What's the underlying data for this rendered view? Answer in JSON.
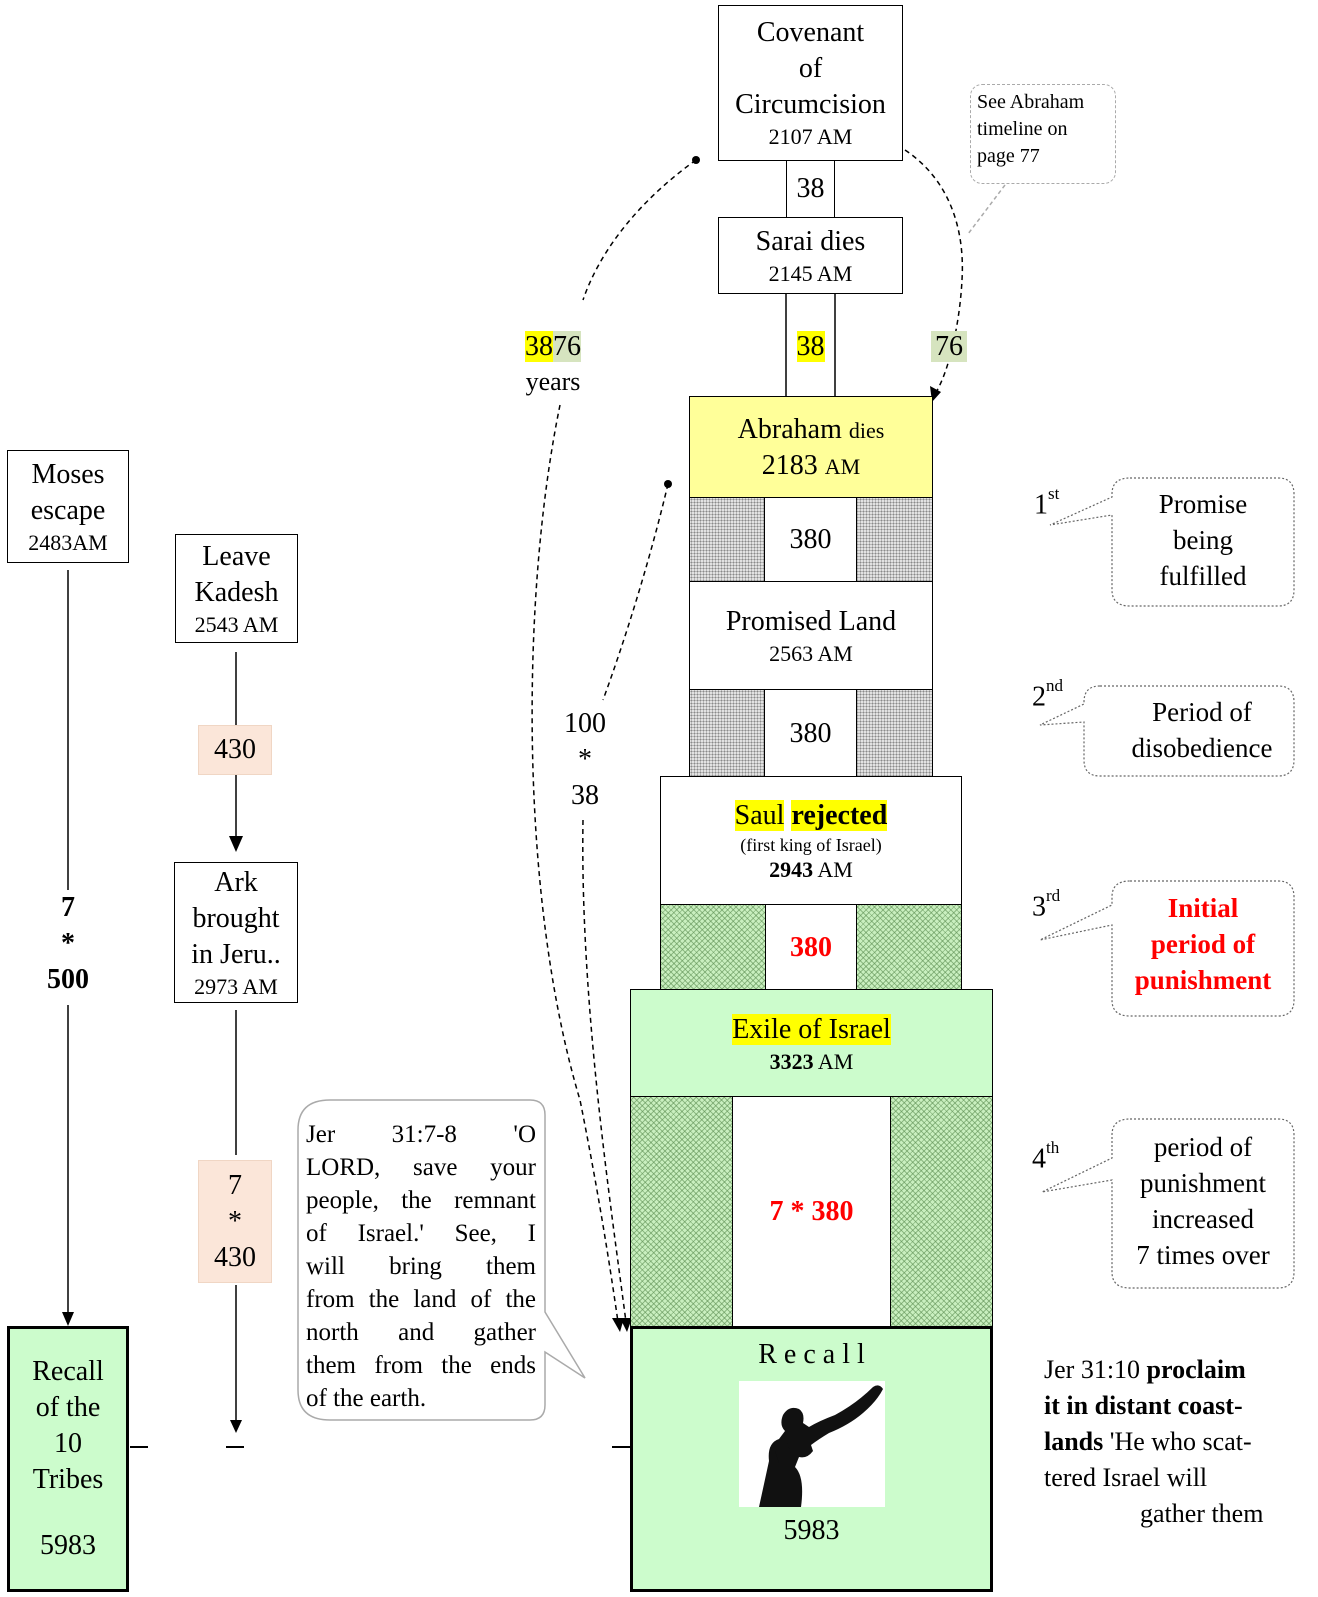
{
  "center": {
    "covenant": {
      "line1": "Covenant",
      "line2": "of",
      "line3": "Circumcision",
      "year": "2107",
      "unit": "AM"
    },
    "gap1": "38",
    "sarai": {
      "title": "Sarai dies",
      "year": "2145",
      "unit": "AM"
    },
    "gap2": "38",
    "gap2_side": "76",
    "abraham": {
      "name": "Abraham",
      "verb": "dies",
      "year": "2183",
      "unit": "AM"
    },
    "period1": "380",
    "promised_land": {
      "title": "Promised Land",
      "year": "2563",
      "unit": "AM"
    },
    "period2": "380",
    "saul": {
      "name": "Saul",
      "verb": "rejected",
      "sub": "(first king of Israel)",
      "year": "2943",
      "unit": "AM"
    },
    "period3": "380",
    "exile": {
      "title": "Exile of Israel",
      "year": "3323",
      "unit": "AM"
    },
    "period4": "7 * 380",
    "recall": {
      "title": "R e c a l l",
      "year": "5983",
      "image": "shofar-blower-silhouette"
    }
  },
  "abraham_note": {
    "line1": "See Abraham",
    "line2": "timeline on",
    "line3": "page 77"
  },
  "years_label": {
    "part_a": "38",
    "part_b": "76",
    "unit": "years"
  },
  "multiplier_label": {
    "line1": "100",
    "line2": "*",
    "line3": "38"
  },
  "left_column": {
    "moses": {
      "line1": "Moses",
      "line2": "escape",
      "year": "2483AM"
    },
    "span": {
      "line1": "7",
      "line2": "*",
      "line3": "500"
    },
    "recall": {
      "line1": "Recall",
      "line2": "of the",
      "line3": "10",
      "line4": "Tribes",
      "year": "5983"
    }
  },
  "second_column": {
    "kadesh": {
      "line1": "Leave",
      "line2": "Kadesh",
      "year": "2543",
      "unit": "AM"
    },
    "span1": "430",
    "ark": {
      "line1": "Ark",
      "line2": "brought",
      "line3": "in Jeru..",
      "year": "2973",
      "unit": "AM"
    },
    "span2": {
      "line1": "7",
      "line2": "*",
      "line3": "430"
    }
  },
  "jeremiah_bubble": {
    "lines": [
      "Jer 31:7-8 'O",
      "LORD, save your",
      "people, the remnant",
      "of Israel.' See, I",
      "will bring them",
      "from the land of the",
      "north and gather",
      "them from the ends",
      "of the earth."
    ]
  },
  "callouts": [
    {
      "ordinal": "1",
      "suffix": "st",
      "lines": [
        "Promise",
        "being",
        "fulfilled"
      ],
      "emphasis": false
    },
    {
      "ordinal": "2",
      "suffix": "nd",
      "lines": [
        "Period of",
        "disobedience"
      ],
      "emphasis": false
    },
    {
      "ordinal": "3",
      "suffix": "rd",
      "lines": [
        "Initial",
        "period of",
        "punishment"
      ],
      "emphasis": true
    },
    {
      "ordinal": "4",
      "suffix": "th",
      "lines": [
        "period of",
        "punishment",
        "increased",
        "7 times over"
      ],
      "emphasis": false
    }
  ],
  "jer_31_10": {
    "ref": "Jer 31:10",
    "bold1": "proclaim",
    "bold2": "it in distant coast-",
    "bold3": "lands",
    "rest1": "'He who scat-",
    "rest2": "tered Israel will",
    "rest3": "gather them"
  },
  "colors": {
    "yellow_highlight": "#ffff00",
    "green_fill": "#ccfccc",
    "tan_fill": "#fbe6d9",
    "sage_fill": "#d6e4bf",
    "red_text": "#ff0000"
  }
}
